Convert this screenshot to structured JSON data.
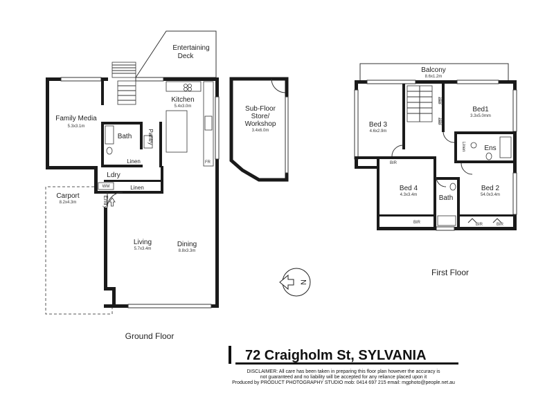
{
  "ground_floor": {
    "label": "Ground Floor",
    "rooms": {
      "entertaining_deck": {
        "name_line1": "Entertaining",
        "name_line2": "Deck"
      },
      "family_media": {
        "name": "Family Media",
        "dim": "5.3x3.1m"
      },
      "kitchen": {
        "name": "Kitchen",
        "dim": "5.4x3.0m"
      },
      "bath": {
        "name": "Bath"
      },
      "pantry": {
        "name": "Pantry"
      },
      "linen_a": {
        "name": "Linen"
      },
      "linen_b": {
        "name": "Linen"
      },
      "laundry": {
        "name": "Ldry"
      },
      "wm": {
        "name": "WM"
      },
      "fridge": {
        "name": "FR"
      },
      "carport": {
        "name": "Carport",
        "dim": "8.2x4.3m"
      },
      "entry": {
        "name": "Entry"
      },
      "living": {
        "name": "Living",
        "dim": "5.7x3.4m"
      },
      "dining": {
        "name": "Dining",
        "dim": "8.8x3.3m"
      }
    }
  },
  "sub_floor": {
    "name_line1": "Sub-Floor",
    "name_line2": "Store/",
    "name_line3": "Workshop",
    "dim": "3.4x6.0m"
  },
  "first_floor": {
    "label": "First Floor",
    "rooms": {
      "balcony": {
        "name": "Balcony",
        "dim": "8.6x1.2m"
      },
      "bed3": {
        "name": "Bed 3",
        "dim": "4.6x2.9m"
      },
      "bed1": {
        "name": "Bed1",
        "dim": "3.3x5.0mm"
      },
      "bed4": {
        "name": "Bed 4",
        "dim": "4.3x3.4m"
      },
      "bed2": {
        "name": "Bed 2",
        "dim": "54.0x3.4m"
      },
      "bath": {
        "name": "Bath"
      },
      "ens": {
        "name": "Ens"
      },
      "linen": {
        "name": "Linen"
      },
      "bir_labels": [
        "BIR",
        "BIR",
        "BIR",
        "BIR",
        "BIR",
        "BIR"
      ]
    }
  },
  "compass": {
    "letter": "N"
  },
  "address": "72 Craigholm St, SYLVANIA",
  "disclaimer": {
    "line1": "DISCLAIMER: All care has been taken in preparing this floor plan however the accuracy is",
    "line2": "not guaranteed and no liability will be accepted for any reliance placed upon it",
    "line3": "Produced by PRODUCT PHOTOGRAPHY STUDIO mob: 0414 697 215 email: mgphoto@people.net.au"
  }
}
